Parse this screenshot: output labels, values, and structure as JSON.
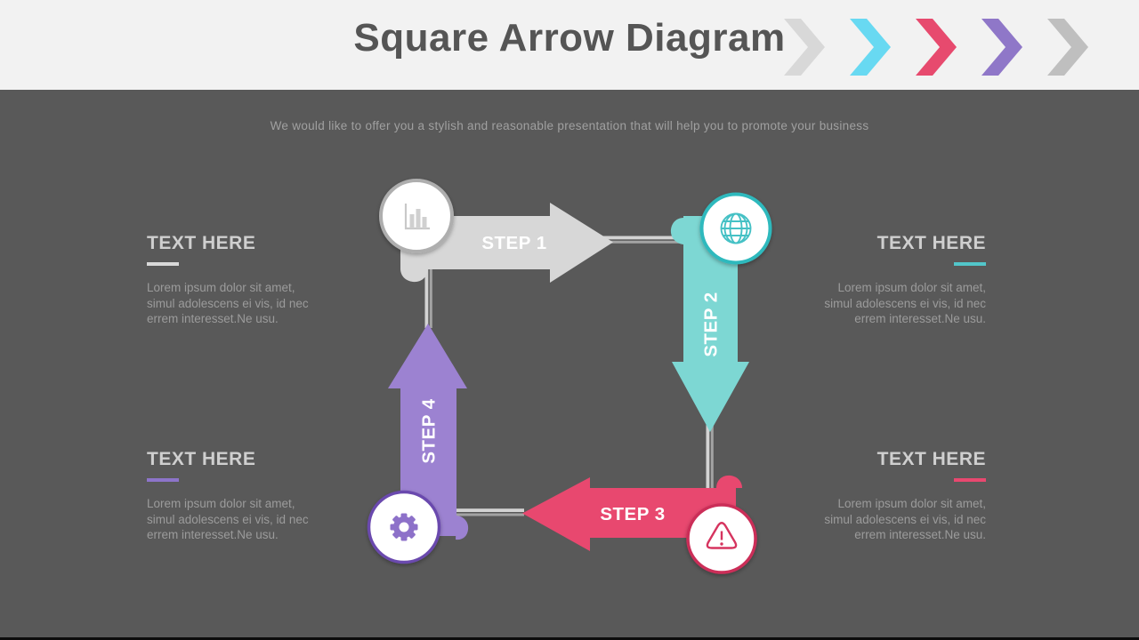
{
  "header": {
    "title": "Square Arrow Diagram",
    "background": "#f2f2f2",
    "title_color": "#555555",
    "chevron_colors": [
      "#d8d8d8",
      "#68d9f2",
      "#e74a6e",
      "#8f77c8",
      "#bfbfbf"
    ]
  },
  "subtitle": "We would like to offer you a stylish and reasonable presentation that will help you to promote your business",
  "colors": {
    "body_bg": "#595959",
    "track_light": "#d3d3d3",
    "track_dark": "#a3a3a3",
    "circle_fill": "#ffffff"
  },
  "diagram": {
    "steps": [
      {
        "label": "STEP 1",
        "color": "#d7d7d7",
        "direction": "right",
        "icon": "bar-chart-icon",
        "circle_border": "#aeaeae",
        "icon_color": "#cfcfcf"
      },
      {
        "label": "STEP 2",
        "color": "#7dd7d3",
        "direction": "down",
        "icon": "globe-icon",
        "circle_border": "#2fb9bd",
        "icon_color": "#45c1c5"
      },
      {
        "label": "STEP 3",
        "color": "#e8486f",
        "direction": "left",
        "icon": "warning-icon",
        "circle_border": "#cb2d58",
        "icon_color": "#d6345f"
      },
      {
        "label": "STEP 4",
        "color": "#9c82d1",
        "direction": "up",
        "icon": "gear-icon",
        "circle_border": "#6b49ae",
        "icon_color": "#8d71c9"
      }
    ]
  },
  "text_blocks": [
    {
      "position": "top-left",
      "title": "TEXT HERE",
      "underline_color": "#d9d9d9",
      "align": "left",
      "body": "Lorem ipsum dolor sit amet,\nsimul adolescens ei vis, id nec\nerrem interesset.Ne usu."
    },
    {
      "position": "top-right",
      "title": "TEXT HERE",
      "underline_color": "#52c6ca",
      "align": "right",
      "body": "Lorem ipsum dolor sit amet,\nsimul adolescens ei vis, id nec\nerrem interesset.Ne usu."
    },
    {
      "position": "bottom-left",
      "title": "TEXT HERE",
      "underline_color": "#8d74ca",
      "align": "left",
      "body": "Lorem ipsum dolor sit amet,\nsimul adolescens ei vis, id nec\nerrem interesset.Ne usu."
    },
    {
      "position": "bottom-right",
      "title": "TEXT HERE",
      "underline_color": "#e8486f",
      "align": "right",
      "body": "Lorem ipsum dolor sit amet,\nsimul adolescens ei vis, id nec\nerrem interesset.Ne usu."
    }
  ]
}
